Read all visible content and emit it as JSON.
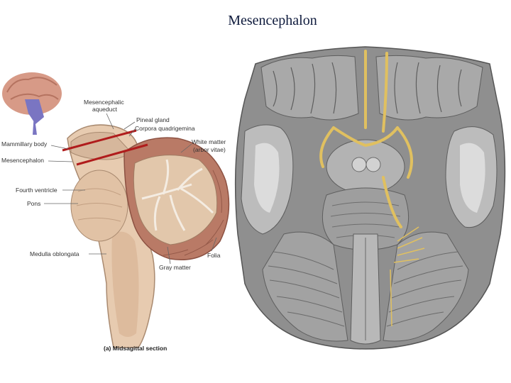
{
  "title": "Mesencephalon",
  "figure": {
    "labels": {
      "mesencephalic_aqueduct_1": "Mesencephalic",
      "mesencephalic_aqueduct_2": "aqueduct",
      "pineal_gland": "Pineal gland",
      "corpora_quadrigemina": "Corpora quadrigemina",
      "mammillary_body": "Mammillary body",
      "mesencephalon": "Mesencephalon",
      "white_matter_1": "White matter",
      "white_matter_2": "(arbor vitae)",
      "fourth_ventricle": "Fourth ventricle",
      "pons": "Pons",
      "medulla_oblongata": "Medulla oblongata",
      "gray_matter": "Gray matter",
      "folia": "Folia"
    },
    "caption": "(a) Midsagittal section"
  },
  "colors": {
    "title": "#0f1b3d",
    "highlight_line": "#b01c1c",
    "nerve_yellow": "#e0c060"
  }
}
